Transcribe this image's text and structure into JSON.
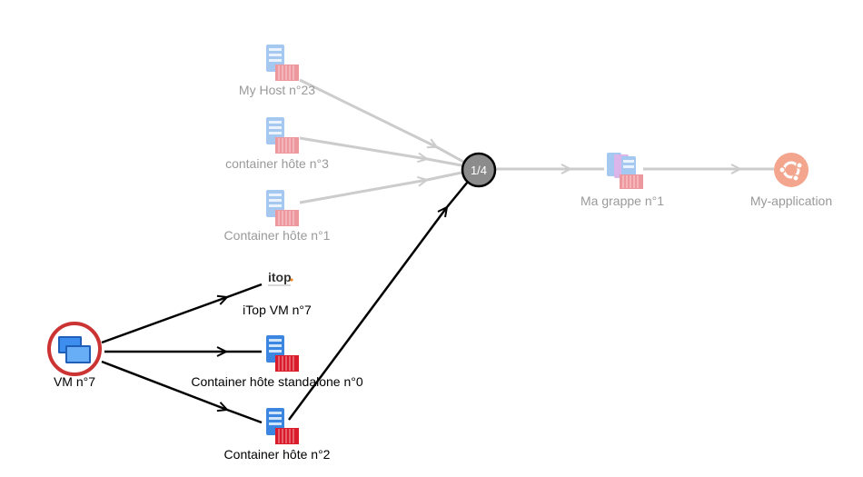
{
  "nodes": {
    "my_host_23": {
      "label": "My Host n°23",
      "icon": "server-container-icon",
      "dimmed": true
    },
    "container_hote_3": {
      "label": "container hôte n°3",
      "icon": "server-container-icon",
      "dimmed": true
    },
    "container_hote_1": {
      "label": "Container hôte n°1",
      "icon": "server-container-icon",
      "dimmed": true
    },
    "group_node": {
      "label": "1/4",
      "icon": "group-count-icon",
      "dimmed": false
    },
    "ma_grappe_1": {
      "label": "Ma grappe n°1",
      "icon": "cluster-icon",
      "dimmed": true
    },
    "my_application": {
      "label": "My-application",
      "icon": "ubuntu-icon",
      "dimmed": true
    },
    "itop_vm_7": {
      "label": "iTop VM n°7",
      "icon": "itop-logo-icon",
      "dimmed": false
    },
    "vm_7": {
      "label": "VM n°7",
      "icon": "virtual-machine-icon",
      "dimmed": false,
      "highlighted": true
    },
    "container_standalone_0": {
      "label": "Container hôte standalone n°0",
      "icon": "server-container-icon",
      "dimmed": false
    },
    "container_hote_2": {
      "label": "Container hôte n°2",
      "icon": "server-container-icon",
      "dimmed": false
    }
  },
  "itop_logo_text": "itop",
  "colors": {
    "edge_dim": "#cccccc",
    "edge_active": "#000000",
    "highlight_ring": "#cc3333",
    "group_fill": "#8c8c8c",
    "ubuntu": "#f0a08a"
  }
}
